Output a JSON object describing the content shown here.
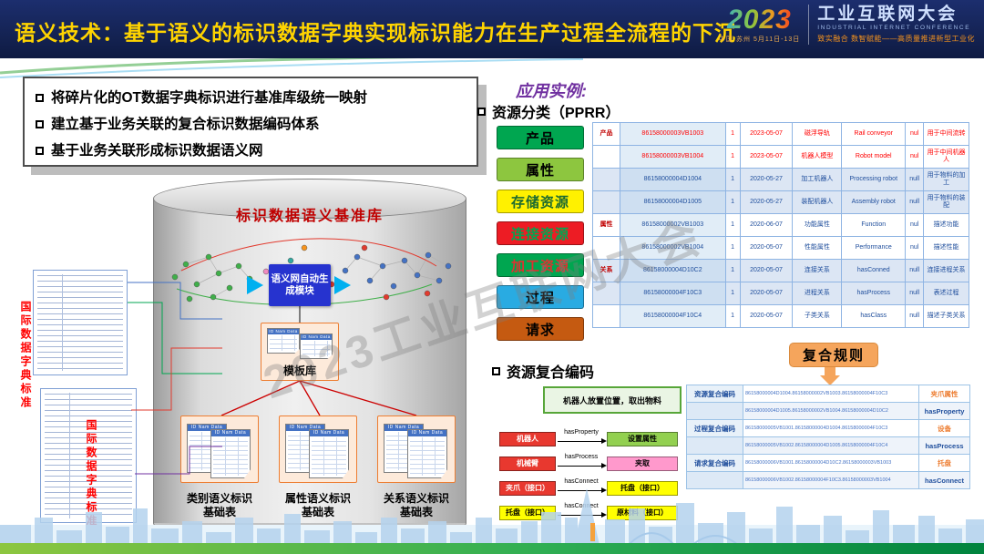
{
  "header": {
    "title": "语义技术：基于语义的标识数据字典实现标识能力在生产过程全流程的下沉",
    "logo": {
      "year": "2023",
      "conference_cn": "工业互联网大会",
      "conference_en": "INDUSTRIAL INTERNET CONFERENCE",
      "venue": "中国·苏州 5月11日-13日",
      "slogan": "致实融合 数智赋能——高质量推进新型工业化"
    }
  },
  "bullets": [
    "将碎片化的OT数据字典标识进行基准库级统一映射",
    "建立基于业务关联的复合标识数据编码体系",
    "基于业务关联形成标识数据语义网"
  ],
  "watermark": "2023工业互联网大会",
  "semantic_db": {
    "title": "标识数据语义基准库",
    "module_label": "语义网自动生成模块",
    "template_label": "模板库",
    "doc_header": "ID Nam Data",
    "base_tables": [
      "类别语义标识基础表",
      "属性语义标识基础表",
      "关系语义标识基础表"
    ]
  },
  "standards": {
    "label_top": "国际数据字典标准",
    "label_bottom": "国际数据字典标准"
  },
  "application": {
    "heading": "应用实例:",
    "resource_class": "资源分类（PPRR）",
    "composite_code": "资源复合编码",
    "composite_rule": "复合规则",
    "categories": [
      {
        "label": "产品",
        "bg": "#00a650",
        "fg": "#000000"
      },
      {
        "label": "属性",
        "bg": "#8dc63f",
        "fg": "#000000"
      },
      {
        "label": "存储资源",
        "bg": "#fff100",
        "fg": "#1d6b30"
      },
      {
        "label": "连接资源",
        "bg": "#ed1c24",
        "fg": "#00a650"
      },
      {
        "label": "加工资源",
        "bg": "#00a650",
        "fg": "#e03030"
      },
      {
        "label": "过程",
        "bg": "#29abe2",
        "fg": "#000000"
      },
      {
        "label": "请求",
        "bg": "#c55a11",
        "fg": "#000000"
      }
    ]
  },
  "resource_table": {
    "rows": [
      {
        "cls": "red",
        "group": "产品",
        "code": "86158000003VB1003",
        "qty": "1",
        "date": "2023-05-07",
        "name": "磁浮导轨",
        "ename": "Rail conveyor",
        "nul": "nul",
        "use": "用于中间流转"
      },
      {
        "cls": "red",
        "group": "",
        "code": "86158000003VB1004",
        "qty": "1",
        "date": "2023-05-07",
        "name": "机器人模型",
        "ename": "Robot model",
        "nul": "nul",
        "use": "用于中间机器人"
      },
      {
        "cls": "",
        "group": "",
        "code": "86158000004D1004",
        "qty": "1",
        "date": "2020-05-27",
        "name": "加工机器人",
        "ename": "Processing robot",
        "nul": "null",
        "use": "用于物料的加工"
      },
      {
        "cls": "",
        "group": "",
        "code": "86158000004D1005",
        "qty": "1",
        "date": "2020-05-27",
        "name": "装配机器人",
        "ename": "Assembly robot",
        "nul": "null",
        "use": "用于物料的装配"
      },
      {
        "cls": "",
        "group": "属性",
        "code": "86158000002VB1003",
        "qty": "1",
        "date": "2020-06-07",
        "name": "功能属性",
        "ename": "Function",
        "nul": "nul",
        "use": "描述功能"
      },
      {
        "cls": "",
        "group": "",
        "code": "86158000002VB1004",
        "qty": "1",
        "date": "2020-05-07",
        "name": "性能属性",
        "ename": "Performance",
        "nul": "nul",
        "use": "描述性能"
      },
      {
        "cls": "",
        "group": "关系",
        "code": "86158000004D10C2",
        "qty": "1",
        "date": "2020-05-07",
        "name": "连接关系",
        "ename": "hasConned",
        "nul": "null",
        "use": "连接进程关系"
      },
      {
        "cls": "",
        "group": "",
        "code": "86158000004F10C3",
        "qty": "1",
        "date": "2020-05-07",
        "name": "进程关系",
        "ename": "hasProcess",
        "nul": "null",
        "use": "表述过程"
      },
      {
        "cls": "",
        "group": "",
        "code": "86158000004F10C4",
        "qty": "1",
        "date": "2020-05-07",
        "name": "子类关系",
        "ename": "hasClass",
        "nul": "null",
        "use": "描述子类关系"
      }
    ]
  },
  "relation_diagram": {
    "scenario": "机器人放置位置，取出物料",
    "rows": [
      {
        "from": "机器人",
        "rel": "hasProperty",
        "to": "设置属性",
        "from_bg": "#e8382f",
        "from_fg": "#ffffff",
        "to_bg": "#92d050",
        "to_fg": "#000000"
      },
      {
        "from": "机械臂",
        "rel": "hasProcess",
        "to": "夹取",
        "from_bg": "#e8382f",
        "from_fg": "#ffffff",
        "to_bg": "#ff99cc",
        "to_fg": "#000000"
      },
      {
        "from": "夹爪（接口）",
        "rel": "hasConnect",
        "to": "托盘（接口）",
        "from_bg": "#e8382f",
        "from_fg": "#ffffff",
        "to_bg": "#ffff00",
        "to_fg": "#000000"
      },
      {
        "from": "托盘（接口）",
        "rel": "hasConnect",
        "to": "原材料（接口）",
        "from_bg": "#ffff00",
        "from_fg": "#000000",
        "to_bg": "#ffff00",
        "to_fg": "#000000"
      }
    ]
  },
  "rule_table": {
    "rows": [
      {
        "label": "资源复合编码",
        "code": "86158000004D1004.86158000002VB1003.86158000004F10C3",
        "tag": "夹爪属性",
        "tagcolor": "#ed7d31"
      },
      {
        "label": "",
        "code": "86158000004D1005.86158000002VB1004.86158000004D10C2",
        "tag": "hasProperty",
        "tagcolor": "#1f4e9c"
      },
      {
        "label": "过程复合编码",
        "code": "86158000005VB1001.86158000004D1004.86158000004F10C3",
        "tag": "设备",
        "tagcolor": "#ed7d31"
      },
      {
        "label": "",
        "code": "86158000005VB1002.86158000004D1005.86158000004F10C4",
        "tag": "hasProcess",
        "tagcolor": "#1f4e9c"
      },
      {
        "label": "请求复合编码",
        "code": "86158000006VB1001.86158000004D10C2.86158000003VB1003",
        "tag": "托盘",
        "tagcolor": "#ed7d31"
      },
      {
        "label": "",
        "code": "86158000006VB1002.86158000004F10C3.86158000003VB1004",
        "tag": "hasConnect",
        "tagcolor": "#1f4e9c"
      }
    ]
  }
}
